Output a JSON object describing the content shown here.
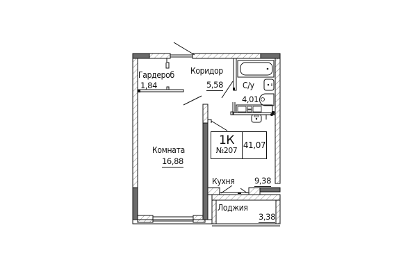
{
  "plan": {
    "apartment_type": "1К",
    "apartment_number": "№207",
    "total_area": "41,07",
    "rooms": [
      {
        "name": "Гардероб",
        "area": "1,84"
      },
      {
        "name": "Коридор",
        "area": "5,58"
      },
      {
        "name": "С/у",
        "area": "4,01"
      },
      {
        "name": "Комната",
        "area": "16,88"
      },
      {
        "name": "Кухня",
        "area": "9,38"
      },
      {
        "name": "Лоджия",
        "area": "3,38"
      }
    ]
  },
  "colors": {
    "wall_dark": "#6b6b6b",
    "line": "#111111",
    "background": "#ffffff"
  }
}
